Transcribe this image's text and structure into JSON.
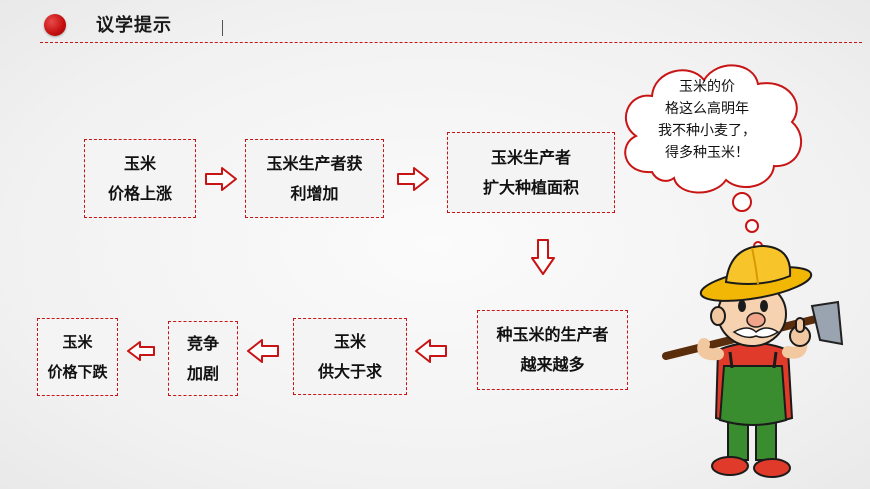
{
  "header": {
    "title": "议学提示"
  },
  "flow": {
    "box1": {
      "line1": "玉米",
      "line2": "价格上涨"
    },
    "box2": {
      "line1": "玉米生产者获",
      "line2": "利增加"
    },
    "box3": {
      "line1": "玉米生产者",
      "line2": "扩大种植面积"
    },
    "box4": {
      "line1": "种玉米的生产者",
      "line2": "越来越多"
    },
    "box5": {
      "line1": "玉米",
      "line2": "供大于求"
    },
    "box6": {
      "line1": "竞争",
      "line2": "加剧"
    },
    "box7": {
      "line1": "玉米",
      "line2": "价格下跌"
    }
  },
  "bubble": {
    "line1": "玉米的价",
    "line2": "格这么高明年",
    "line3": "我不种小麦了，",
    "line4": "得多种玉米！"
  },
  "colors": {
    "accent": "#c81414",
    "hat": "#f2b705",
    "shirt": "#3a8d2e"
  }
}
